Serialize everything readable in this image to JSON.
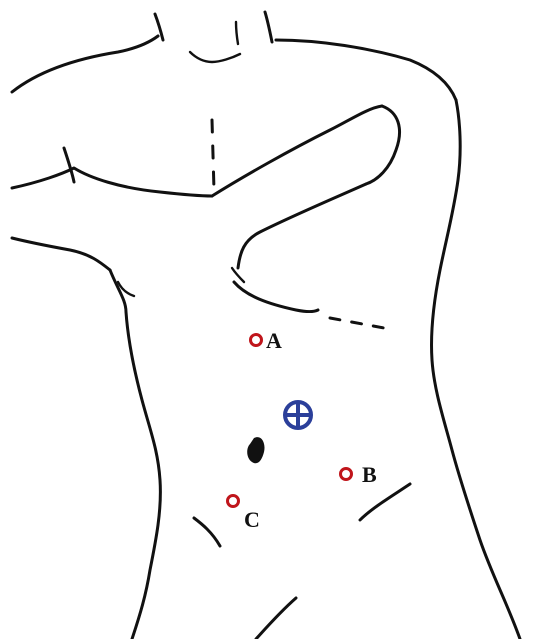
{
  "figure": {
    "colors": {
      "outline": "#111111",
      "port_marker": "#c0151b",
      "camera_marker": "#2b3f9a",
      "umbilicus": "#111111",
      "background": "#ffffff"
    },
    "markers": [
      {
        "id": "A",
        "label": "A",
        "type": "red-circle"
      },
      {
        "id": "B",
        "label": "B",
        "type": "red-circle"
      },
      {
        "id": "C",
        "label": "C",
        "type": "red-circle"
      }
    ],
    "camera_port": {
      "type": "blue-crossed-circle"
    },
    "umbilicus": {
      "type": "filled-shape"
    }
  }
}
